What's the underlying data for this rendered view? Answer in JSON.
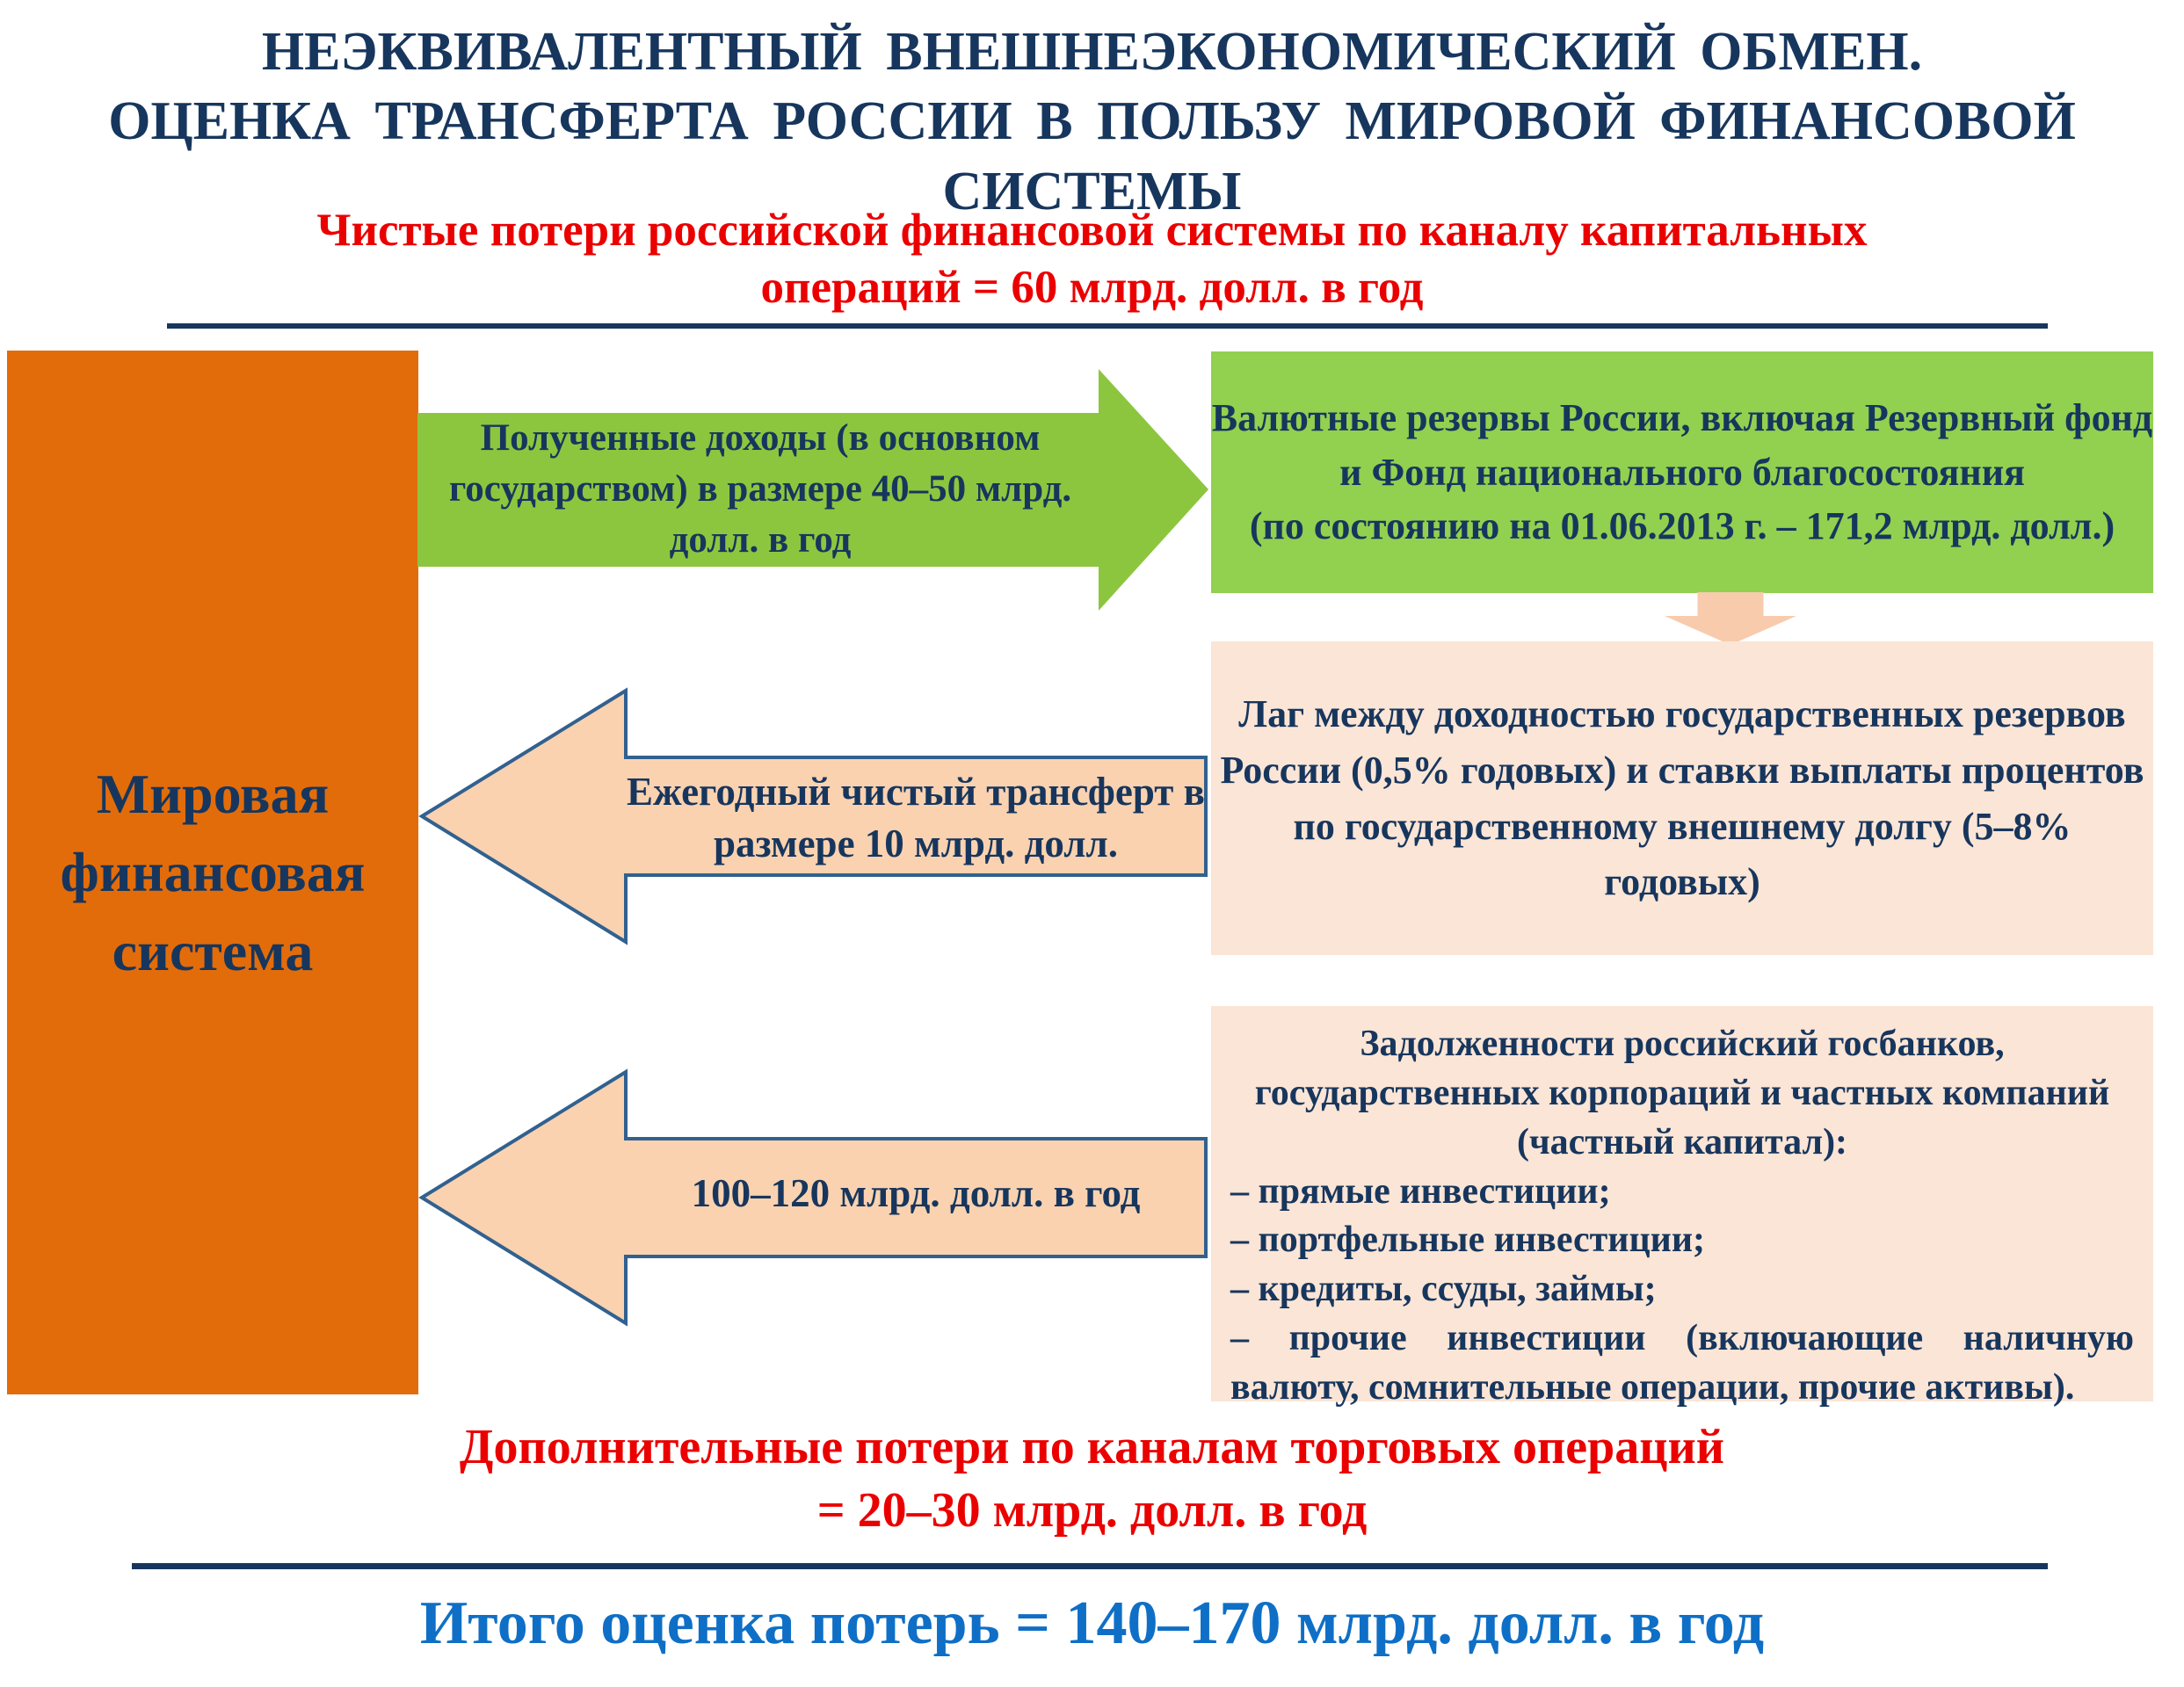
{
  "title": {
    "line1": "НЕЭКВИВАЛЕНТНЫЙ ВНЕШНЕЭКОНОМИЧЕСКИЙ ОБМЕН.",
    "line2": "ОЦЕНКА ТРАНСФЕРТА РОССИИ В ПОЛЬЗУ МИРОВОЙ ФИНАНСОВОЙ СИСТЕМЫ"
  },
  "top_caption": {
    "line1": "Чистые потери российской финансовой системы по каналу капитальных",
    "line2": "операций = 60 млрд. долл. в год"
  },
  "world_box": {
    "line1": "Мировая",
    "line2": "финансовая",
    "line3": "система"
  },
  "income_arrow": {
    "line1": "Полученные доходы (в основном",
    "line2": "государством) в размере 40–50 млрд.",
    "line3": "долл. в год"
  },
  "reserves_box": {
    "line1": "Валютные резервы России, включая Резервный фонд",
    "line2": "и Фонд национального благосостояния",
    "line3": "(по состоянию на 01.06.2013 г. – 171,2 млрд. долл.)"
  },
  "lag_box": {
    "line1": "Лаг между доходностью государственных резервов",
    "line2": "России (0,5% годовых) и ставки выплаты процентов",
    "line3": "по государственному внешнему долгу (5–8% годовых)"
  },
  "transfer_arrow": {
    "line1": "Ежегодный чистый трансферт в",
    "line2": "размере 10 млрд. долл."
  },
  "debt_box": {
    "heading1": "Задолженности российский госбанков,",
    "heading2": "государственных корпораций и частных компаний",
    "heading3": "(частный капитал):",
    "item1": "– прямые инвестиции;",
    "item2": "– портфельные инвестиции;",
    "item3": "– кредиты, ссуды, займы;",
    "item4": "– прочие инвестиции (включающие наличную валюту, сомнительные операции, прочие активы)."
  },
  "outflow_arrow": {
    "label": "100–120 млрд. долл. в год"
  },
  "bottom_caption": {
    "line1": "Дополнительные потери по каналам торговых операций",
    "line2": "= 20–30 млрд. долл. в год"
  },
  "total_line": "Итого оценка потерь = 140–170 млрд. долл. в год",
  "colors": {
    "title_navy": "#17365D",
    "caption_red": "#EB0000",
    "world_box_orange": "#E36C0A",
    "green_arrow": "#8CC63F",
    "green_box": "#92D050",
    "peach_box": "#FBE5D6",
    "peach_arrow": "#FAD2B0",
    "arrow_outline": "#31618F",
    "total_blue": "#0F6FC6"
  }
}
